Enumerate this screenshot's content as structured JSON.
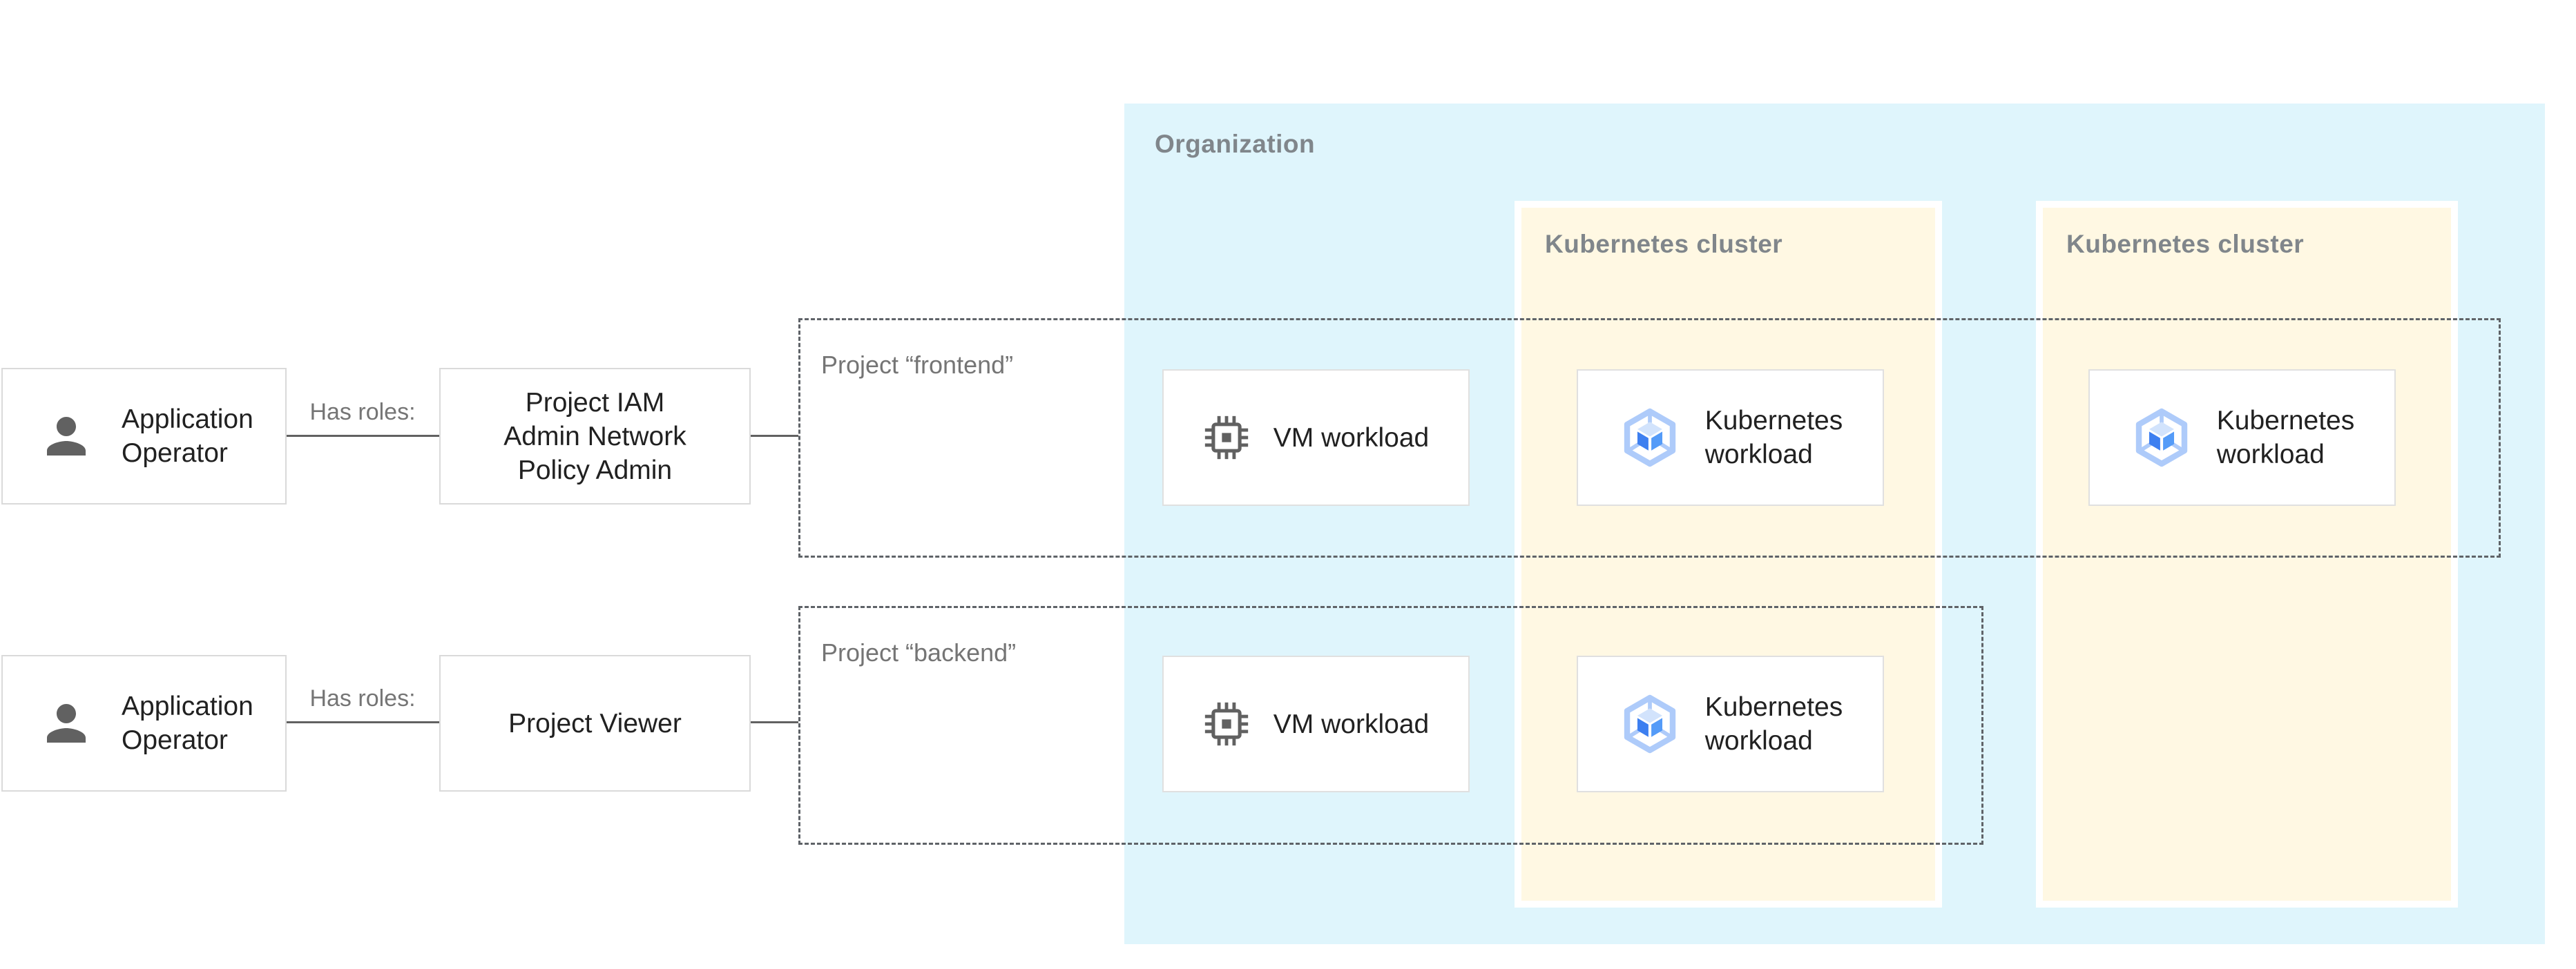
{
  "organization": {
    "label": "Organization"
  },
  "clusters": [
    {
      "label": "Kubernetes cluster"
    },
    {
      "label": "Kubernetes cluster"
    }
  ],
  "projects": [
    {
      "label": "Project “frontend”"
    },
    {
      "label": "Project “backend”"
    }
  ],
  "actors": [
    {
      "lines": [
        "Application",
        "Operator"
      ]
    },
    {
      "lines": [
        "Application",
        "Operator"
      ]
    }
  ],
  "edges": [
    {
      "label": "Has roles:"
    },
    {
      "label": "Has roles:"
    }
  ],
  "roles": [
    {
      "lines": [
        "Project IAM",
        "Admin Network",
        "Policy Admin"
      ]
    },
    {
      "lines": [
        "Project Viewer"
      ]
    }
  ],
  "workloads": [
    {
      "type": "vm",
      "project": "frontend",
      "lines": [
        "VM workload"
      ]
    },
    {
      "type": "kubernetes",
      "project": "frontend",
      "lines": [
        "Kubernetes",
        "workload"
      ]
    },
    {
      "type": "kubernetes",
      "project": "frontend",
      "lines": [
        "Kubernetes",
        "workload"
      ]
    },
    {
      "type": "vm",
      "project": "backend",
      "lines": [
        "VM workload"
      ]
    },
    {
      "type": "kubernetes",
      "project": "backend",
      "lines": [
        "Kubernetes",
        "workload"
      ]
    }
  ],
  "colors": {
    "organization_bg": "#DFF5FC",
    "cluster_bg": "#FFF8E3",
    "zone_label_gray": "#80868B",
    "project_label_gray": "#757575",
    "edge_line_gray": "#616161",
    "text_dark": "#212121",
    "node_border": "#DADADA",
    "dashed_border": "#5F6368",
    "gke_hexagon_blue": "#AECBFA",
    "gke_cube_top": "#D2E3FC",
    "gke_cube_left": "#3D7FF0",
    "gke_cube_right": "#549BF8"
  }
}
